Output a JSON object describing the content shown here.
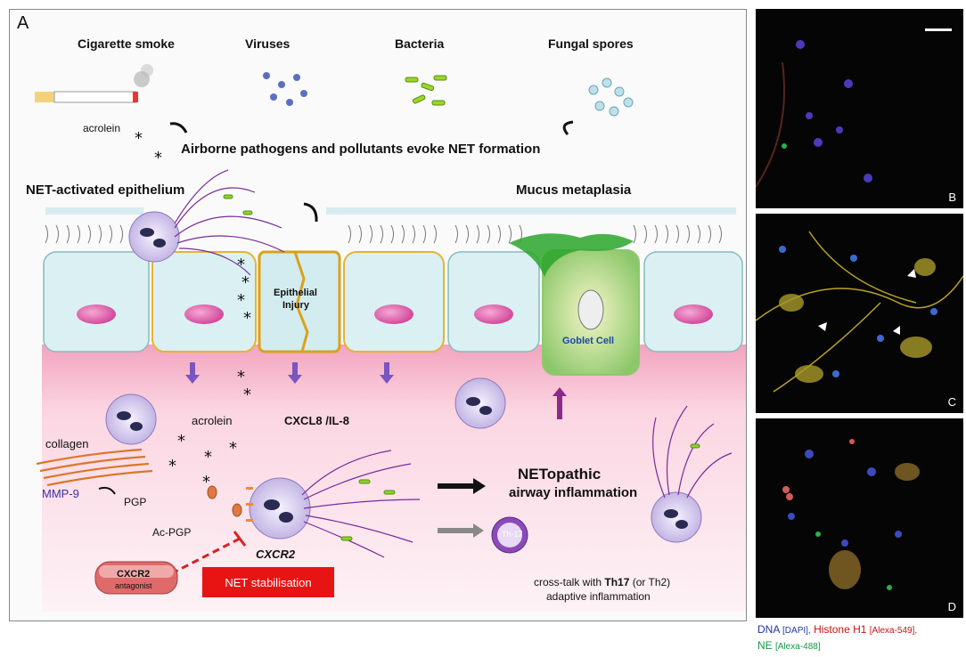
{
  "panelA": {
    "label": "A",
    "top_labels": [
      "Cigarette smoke",
      "Viruses",
      "Bacteria",
      "Fungal spores"
    ],
    "acrolein_top": "acrolein",
    "headline": "Airborne pathogens and pollutants evoke NET formation",
    "net_activated": "NET-activated epithelium",
    "mucus": "Mucus metaplasia",
    "injury_line1": "Epithelial",
    "injury_line2": "Injury",
    "goblet": "Goblet Cell",
    "acrolein_mid": "acrolein",
    "cxcl8": "CXCL8 /IL-8",
    "collagen": "collagen",
    "mmp9": "MMP-9",
    "pgp": "PGP",
    "acpgp": "Ac-PGP",
    "cxcr2": "CXCR2",
    "netopathic1": "NETopathic",
    "netopathic2": "airway inflammation",
    "th17": "Th-17",
    "crosstalk1_a": "cross-talk with ",
    "crosstalk1_b": "Th17",
    "crosstalk1_c": " (or Th2)",
    "crosstalk2": "adaptive inflammation",
    "antagonist_name": "CXCR2",
    "antagonist_sub": "antagonist",
    "stabilisation": "NET stabilisation"
  },
  "micrographs": [
    {
      "label": "B"
    },
    {
      "label": "C"
    },
    {
      "label": "D"
    }
  ],
  "legend": {
    "dna": "DNA",
    "dapi": "[DAPI],",
    "histone": "Histone H1",
    "alexa549": "[Alexa-549],",
    "ne": "NE",
    "alexa488": "[Alexa-488]"
  },
  "colors": {
    "dna": "#2233aa",
    "histone": "#cc1111",
    "ne": "#119944",
    "stabilisation_bg": "#e81414"
  }
}
